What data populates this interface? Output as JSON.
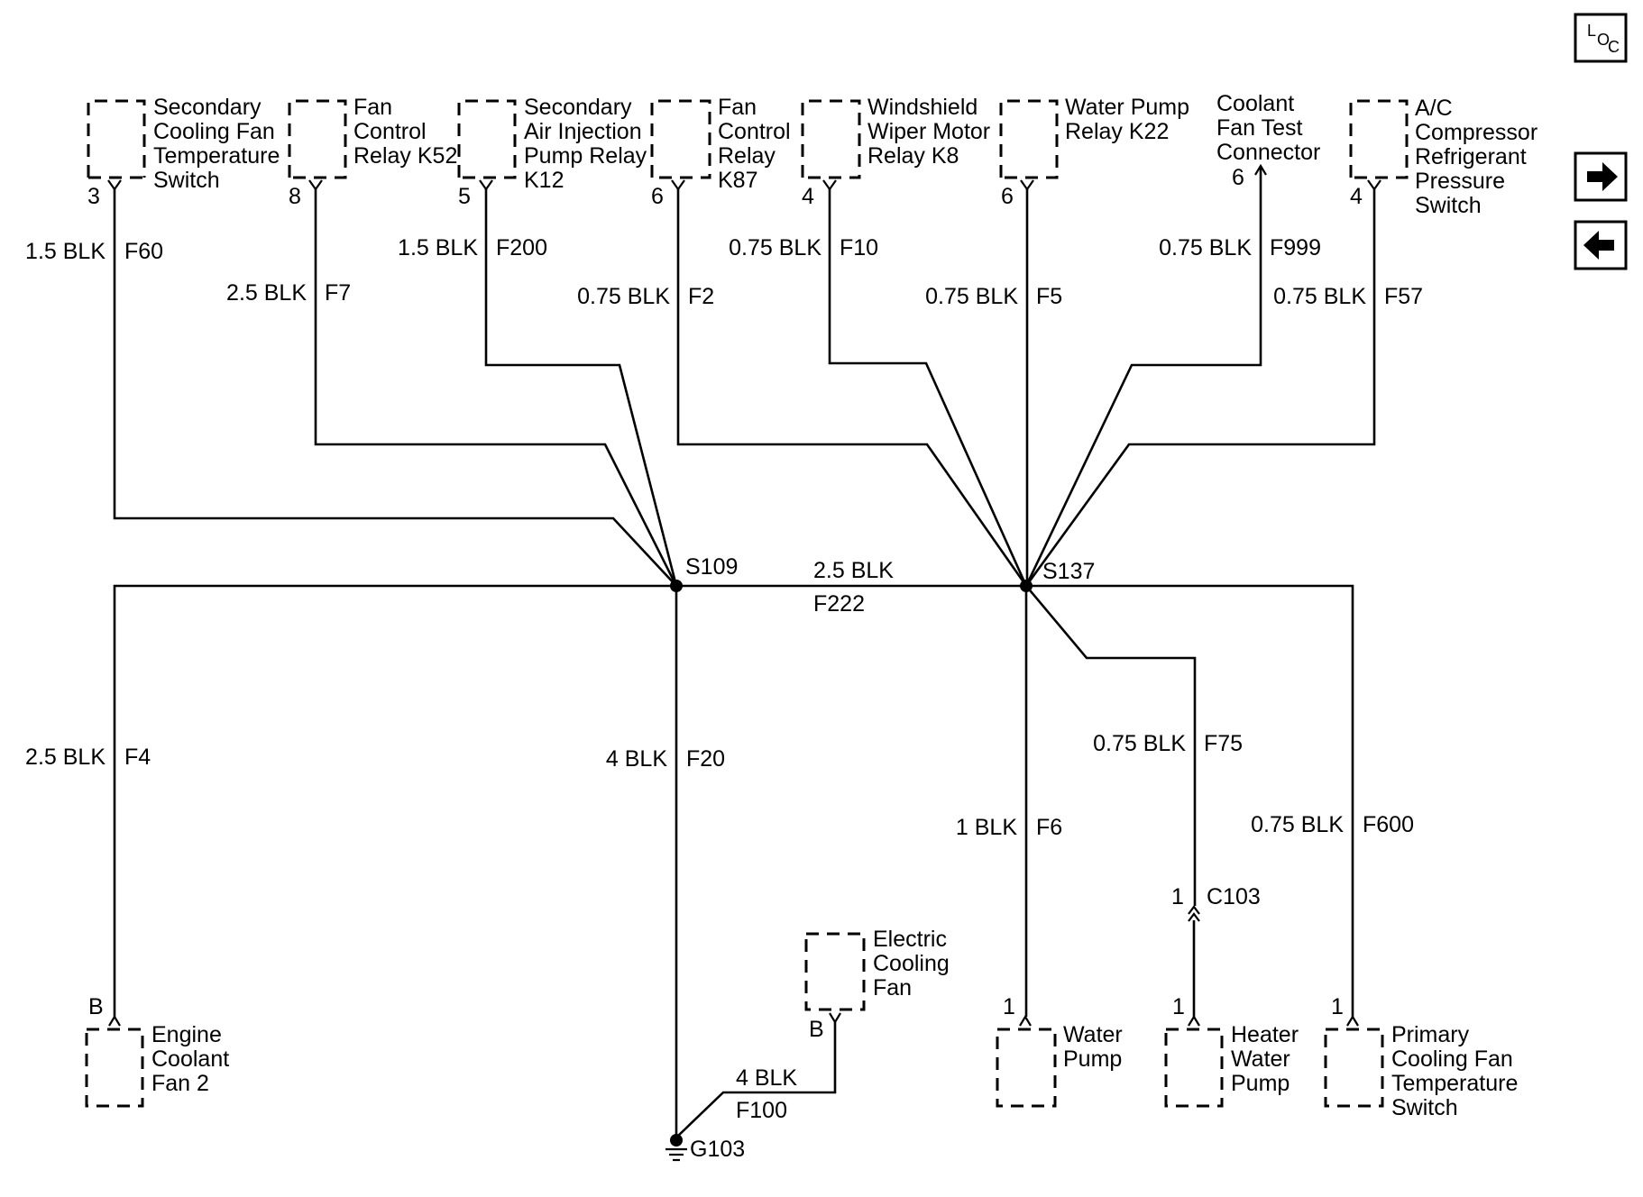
{
  "icons": {
    "loc": "loc-icon",
    "next": "arrow-right-icon",
    "prev": "arrow-left-icon"
  },
  "loc_icon": {
    "l": "L",
    "o": "O",
    "c": "C"
  },
  "components": {
    "sec_fan_temp_switch": {
      "lines": [
        "Secondary",
        "Cooling Fan",
        "Temperature",
        "Switch"
      ],
      "pin": "3"
    },
    "fan_relay_k52": {
      "lines": [
        "Fan",
        "Control",
        "Relay K52"
      ],
      "pin": "8"
    },
    "sec_air_pump_relay": {
      "lines": [
        "Secondary",
        "Air Injection",
        "Pump Relay",
        "K12"
      ],
      "pin": "5"
    },
    "fan_relay_k87": {
      "lines": [
        "Fan",
        "Control",
        "Relay",
        "K87"
      ],
      "pin": "6"
    },
    "wiper_relay_k8": {
      "lines": [
        "Windshield",
        "Wiper Motor",
        "Relay K8"
      ],
      "pin": "4"
    },
    "water_pump_relay_k22": {
      "lines": [
        "Water Pump",
        "Relay K22"
      ],
      "pin": "6"
    },
    "coolant_fan_test_conn": {
      "lines": [
        "Coolant",
        "Fan Test",
        "Connector"
      ],
      "pin": "6"
    },
    "ac_pressure_switch": {
      "lines": [
        "A/C",
        "Compressor",
        "Refrigerant",
        "Pressure",
        "Switch"
      ],
      "pin": "4"
    },
    "engine_coolant_fan2": {
      "lines": [
        "Engine",
        "Coolant",
        "Fan 2"
      ],
      "pin": "B"
    },
    "electric_cooling_fan": {
      "lines": [
        "Electric",
        "Cooling",
        "Fan"
      ],
      "pin": "B"
    },
    "water_pump": {
      "lines": [
        "Water",
        "Pump"
      ],
      "pin": "1"
    },
    "heater_water_pump": {
      "lines": [
        "Heater",
        "Water",
        "Pump"
      ],
      "pin": "1"
    },
    "primary_fan_temp_switch": {
      "lines": [
        "Primary",
        "Cooling Fan",
        "Temperature",
        "Switch"
      ],
      "pin": "1"
    }
  },
  "wires": {
    "f60": {
      "gauge": "1.5 BLK",
      "circuit": "F60"
    },
    "f7": {
      "gauge": "2.5 BLK",
      "circuit": "F7"
    },
    "f200": {
      "gauge": "1.5 BLK",
      "circuit": "F200"
    },
    "f2": {
      "gauge": "0.75 BLK",
      "circuit": "F2"
    },
    "f10": {
      "gauge": "0.75 BLK",
      "circuit": "F10"
    },
    "f5": {
      "gauge": "0.75 BLK",
      "circuit": "F5"
    },
    "f999": {
      "gauge": "0.75 BLK",
      "circuit": "F999"
    },
    "f57": {
      "gauge": "0.75 BLK",
      "circuit": "F57"
    },
    "f222": {
      "gauge": "2.5 BLK",
      "circuit": "F222"
    },
    "f4": {
      "gauge": "2.5 BLK",
      "circuit": "F4"
    },
    "f20": {
      "gauge": "4 BLK",
      "circuit": "F20"
    },
    "f6": {
      "gauge": "1 BLK",
      "circuit": "F6"
    },
    "f75": {
      "gauge": "0.75 BLK",
      "circuit": "F75"
    },
    "f600": {
      "gauge": "0.75 BLK",
      "circuit": "F600"
    },
    "f100": {
      "gauge": "4 BLK",
      "circuit": "F100"
    }
  },
  "splices": {
    "s109": "S109",
    "s137": "S137"
  },
  "connector_c103": {
    "pin": "1",
    "name": "C103"
  },
  "ground": "G103"
}
